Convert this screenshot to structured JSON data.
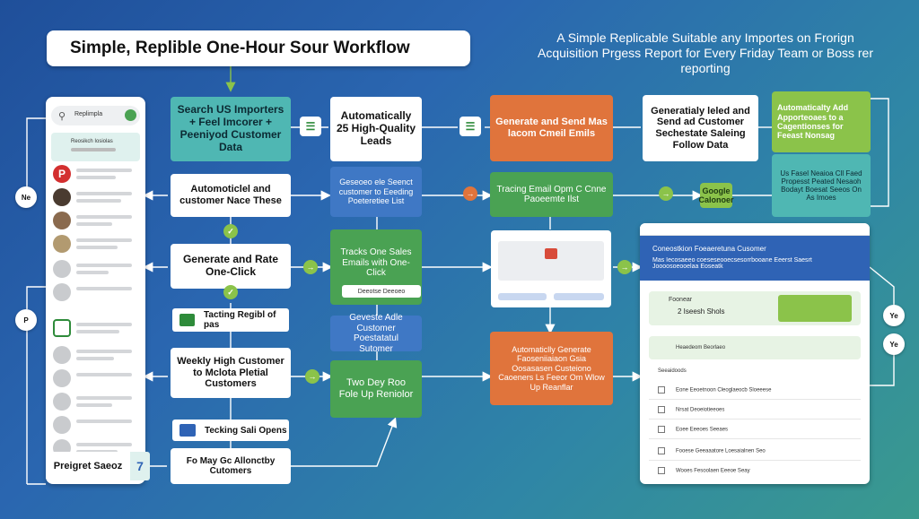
{
  "title": "Simple, Replible One-Hour Sour Workflow",
  "subtitle": "A Simple Replicable Suitable any Importes on Frorign Acquisition Prgess Report for Every Friday Team or Boss rer reporting",
  "phone": {
    "search_text": "Replimpla",
    "card_line": "Reosikch Iosiolas",
    "avatar_letter": "P"
  },
  "nodes": {
    "search_importers": "Search US Importers + Feel Imcorer + Peeniyod Customer Data",
    "auto_25_leads": "Automatically 25 High-Quality Leads",
    "generate_send": "Generate and Send Mas lacom Cmeil Emils",
    "generatialy_send": "Generatialy leled and Send ad Customer Sechestate Saleing Follow Data",
    "automatically_add": "Automaticalty Add Apporteoaes to a Cagentionses for Feeast Nonsag",
    "green_note": "Us Fasel Neaioa Cll Faed Propesst Peated Nesaoh Bodayt Boesat Seeos On As Imoes",
    "auto_name_these": "Automoticlel and customer Nace These",
    "generate_lists": "Geseoeo ele Seenct customer to Eeeding Poeteretiee List",
    "tracking_opens": "Tracing Email Opm C Cnne Paoeemte Ilst",
    "google_calendar": "Google Calonoer",
    "generate_rate": "Generate and Rate One-Click",
    "track_one_sales": "Tracks One Sales Emails with One-Click",
    "inner_button": "Deeotse Deeoeo",
    "tracking_replies": "Tacting Regibl of pas",
    "geveste_customer": "Geveste Adle Customer Poestatatul Sutomer",
    "auto_generate_fsr": "Automaticlly Generate Faoseniiaiaon Gsia Oosasasen Custeiono Caoeners Ls Feeor Om Wlow Up Reanflar",
    "weekly_high": "Weekly High Customer to Mclota Pletial Customers",
    "two_day_follow": "Two Dey Roo Fole Up Reniolor",
    "tracking_sal": "Tecking Sali Opens",
    "fo_may_gc": "Fo May Gc Allonctby Cutomers",
    "progress_sales": "Preigret Saeoz",
    "progress_num": "7"
  },
  "pills": {
    "ne_left": "Ne",
    "p_left": "P",
    "ye_right1": "Ye",
    "ye_right2": "Ye"
  },
  "dashboard": {
    "header1": "Coneostkion Foeaeretuna Cusomer",
    "header2": "Mas Iecosaeeo coeseseooecsesorrbooane Eeerst Saesrt Joooosoeooelaa Eoseatk",
    "stat_label": "Foonear",
    "stat_value": "2 Iseesh Shols",
    "section": "Heaedeom Beorlaeo",
    "list_label": "Seeaidoods",
    "items": [
      "Eone Eeoetnoon Cleoglaeocb Sloeeese",
      "Nrsat Deoeiotieeoes",
      "Eoee Eeeoes Seeaes",
      "Fooese Geeaaatore Loesaialnen Seo",
      "Wooes Fesoolaen Eeeoe Seay"
    ]
  },
  "colors": {
    "bg_start": "#1f4f9a",
    "bg_end": "#3a9a8e",
    "teal": "#4fb7b3",
    "blue": "#3f78c5",
    "green": "#4aa253",
    "orange": "#e0743c",
    "lime": "#8bc34a"
  }
}
